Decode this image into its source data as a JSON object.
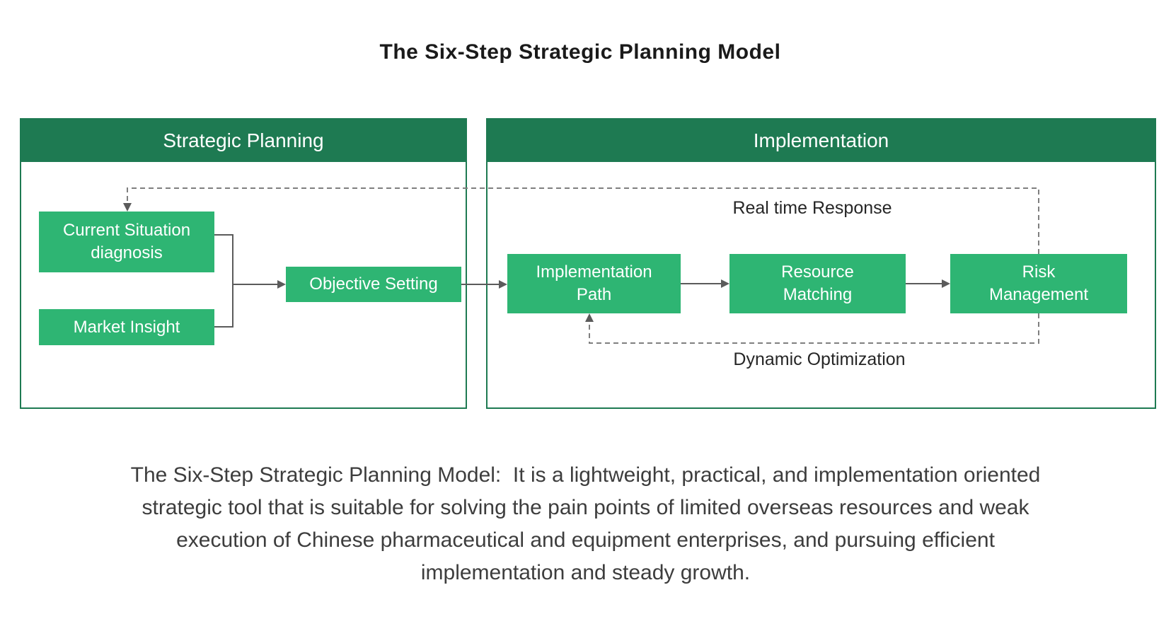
{
  "diagram": {
    "title": "The Six-Step Strategic Planning Model",
    "panels": [
      {
        "id": "strategic-planning",
        "title": "Strategic Planning"
      },
      {
        "id": "implementation",
        "title": "Implementation"
      }
    ],
    "nodes": {
      "current_situation": "Current Situation\ndiagnosis",
      "market_insight": "Market Insight",
      "objective_setting": "Objective Setting",
      "implementation_path": "Implementation\nPath",
      "resource_matching": "Resource\nMatching",
      "risk_management": "Risk\nManagement"
    },
    "edge_labels": {
      "real_time_response": "Real time Response",
      "dynamic_optimization": "Dynamic Optimization"
    },
    "flow": [
      "Current Situation diagnosis + Market Insight -> Objective Setting",
      "Objective Setting -> Implementation Path",
      "Implementation Path -> Resource Matching",
      "Resource Matching -> Risk Management",
      "Risk Management -> Current Situation diagnosis (dashed, Real time Response)",
      "Risk Management -> Implementation Path (dashed, Dynamic Optimization)"
    ],
    "colors": {
      "header_green": "#1e7a52",
      "node_green": "#2eb573",
      "panel_border": "#1e7a52",
      "connector_gray": "#5b5b5b",
      "dashed_gray": "#7f7f7f"
    }
  },
  "caption": {
    "lines": [
      "The Six-Step Strategic Planning Model:  It is a lightweight, practical, and implementation oriented",
      "strategic tool that is suitable for solving the pain points of limited overseas resources and weak",
      "execution of Chinese pharmaceutical and equipment enterprises, and pursuing efficient",
      "implementation and steady growth."
    ]
  }
}
